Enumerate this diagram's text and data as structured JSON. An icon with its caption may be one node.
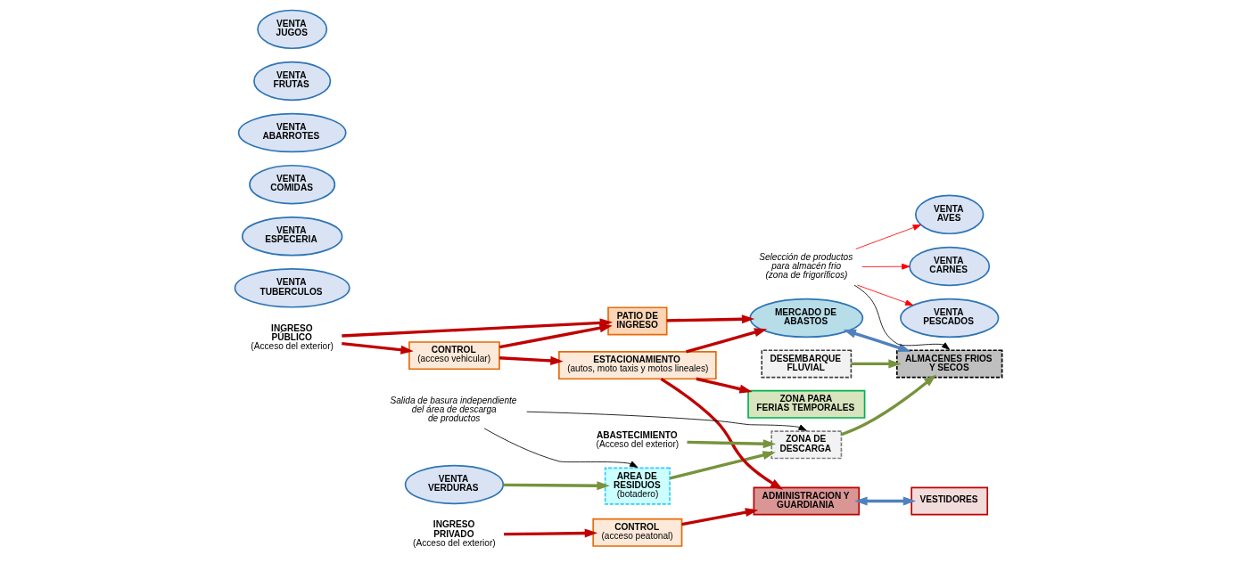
{
  "diagram": {
    "nodes": [
      {
        "text": [
          "INGRESO PÚBLICO",
          "(Acceso del exterior)"
        ]
      },
      {
        "text": [
          "PATIO DE INGRESO"
        ]
      },
      {
        "text": [
          "CONTROL",
          "(acceso vehicular)"
        ]
      },
      {
        "text": [
          "MERCADO DE ABASTOS"
        ]
      },
      {
        "text": [
          "VENTA TUBERCULOS"
        ]
      },
      {
        "text": [
          "VENTA PESCADOS"
        ]
      },
      {
        "text": [
          "VENTA ESPECERIA"
        ]
      },
      {
        "text": [
          "VENTA AVES"
        ]
      },
      {
        "text": [
          "VENTA CARNES"
        ]
      },
      {
        "text": [
          "VENTA COMIDAS"
        ]
      },
      {
        "text": [
          "VENTA ABARROTES"
        ]
      },
      {
        "text": [
          "VENTA FRUTAS"
        ]
      },
      {
        "text": [
          "VENTA JUGOS"
        ]
      },
      {
        "text": [
          "VENTA VERDURAS"
        ]
      },
      {
        "text": [
          "Selección de productos para almacén frio (zona de frigoríficos)"
        ]
      },
      {
        "text": [
          "DESEMBARQUE FLUVIAL"
        ]
      },
      {
        "text": [
          "ALMACENES FRIOS Y SECOS"
        ]
      },
      {
        "text": [
          "AREA DE RESIDUOS",
          "(botadero)"
        ]
      },
      {
        "text": [
          "ZONA DE DESCARGA"
        ]
      },
      {
        "text": [
          "ESTACIONAMIENTO",
          "(autos, moto taxis y motos lineales)"
        ]
      },
      {
        "text": [
          "ZONA PARA FERIAS TEMPORALES"
        ]
      },
      {
        "text": [
          "Salida de basura independiente del área de descarga de productos"
        ]
      },
      {
        "text": [
          "INGRESO PRIVADO",
          "(Acceso del exterior)"
        ]
      },
      {
        "text": [
          "CONTROL",
          "(acceso peatonal)"
        ]
      },
      {
        "text": [
          "ADMINISTRACION Y GUARDIANIA"
        ]
      },
      {
        "text": [
          "VESTIDORES"
        ]
      },
      {
        "text": [
          "ABASTECIMIENTO",
          "(Acceso del exterior)"
        ]
      }
    ],
    "edges": [
      {
        "from": 0,
        "to": 1,
        "arrow": "to"
      },
      {
        "from": 0,
        "to": 2,
        "arrow": "to"
      },
      {
        "from": 2,
        "to": 1,
        "arrow": "to"
      },
      {
        "from": 1,
        "to": 3,
        "arrow": "to"
      },
      {
        "from": 2,
        "to": 19,
        "arrow": "to"
      },
      {
        "from": 19,
        "to": 3,
        "arrow": "to"
      },
      {
        "from": 19,
        "to": 20,
        "arrow": "to"
      },
      {
        "from": 19,
        "to": 24,
        "arrow": "to"
      },
      {
        "from": 22,
        "to": 23,
        "arrow": "to"
      },
      {
        "from": 23,
        "to": 24,
        "arrow": "to"
      },
      {
        "from": 24,
        "to": 25,
        "arrow": "both",
        "color": "#4f81bd"
      },
      {
        "from": 3,
        "to": 16,
        "arrow": "both",
        "color": "#4f81bd"
      },
      {
        "from": 13,
        "to": 17,
        "arrow": "to",
        "color": "#77933c"
      },
      {
        "from": 17,
        "to": 18,
        "arrow": "to",
        "color": "#77933c"
      },
      {
        "from": 18,
        "to": 16,
        "arrow": "to",
        "color": "#77933c"
      },
      {
        "from": 15,
        "to": 16,
        "arrow": "to",
        "color": "#77933c"
      },
      {
        "from": 26,
        "to": 18,
        "arrow": "to",
        "color": "#77933c"
      },
      {
        "from": 14,
        "to": 5,
        "arrow": "to",
        "color": "#ff0000"
      },
      {
        "from": 14,
        "to": 7,
        "arrow": "to",
        "color": "#ff0000"
      },
      {
        "from": 14,
        "to": 8,
        "arrow": "to",
        "color": "#ff0000"
      },
      {
        "from": 14,
        "to": 16,
        "arrow": "to",
        "color": "#000000"
      },
      {
        "from": 21,
        "to": 17,
        "arrow": "to",
        "color": "#000000"
      },
      {
        "from": 21,
        "to": 18,
        "arrow": "to",
        "color": "#000000"
      }
    ]
  }
}
